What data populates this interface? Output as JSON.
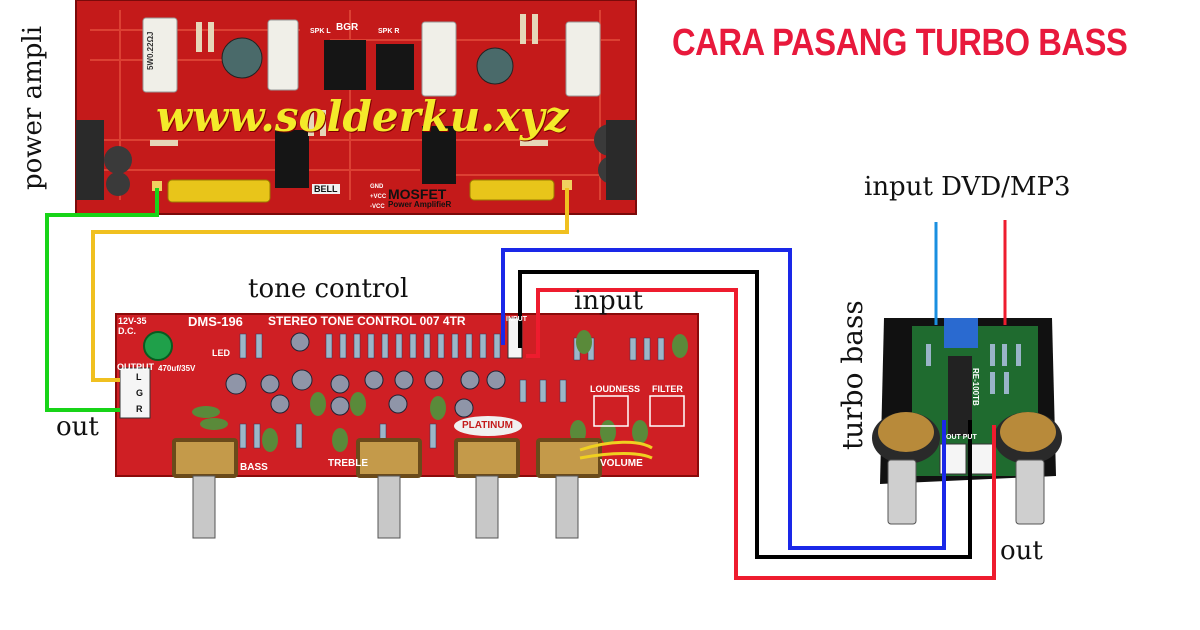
{
  "title": "CARA PASANG TURBO BASS",
  "website": "www.solderku.xyz",
  "labels": {
    "power_ampli": "power ampli",
    "tone_control": "tone control",
    "input_tone": "input",
    "out_left": "out",
    "input_dvd": "input DVD/MP3",
    "turbo_bass": "turbo bass",
    "out_right": "out"
  },
  "power_amp_board": {
    "brand": "MOSFET",
    "subtitle": "Power AmplifieR",
    "logo": "BGR",
    "maker": "BELL",
    "resistor_marking": "5W0.22ΩJ",
    "pins": [
      "GND",
      "+VCC",
      "-VCC"
    ],
    "spk_labels": [
      "SPK L",
      "SPK R"
    ]
  },
  "tone_board": {
    "header": "STEREO TONE CONTROL 007 4TR",
    "model": "DMS-196",
    "power_label": "12V-35 D.C.",
    "output_label": "OUTPUT",
    "output_pins": [
      "L",
      "G",
      "R"
    ],
    "input_label": "INPUT",
    "cap_label": "470uf/35V",
    "led_label": "LED",
    "knob_labels": [
      "BASS",
      "TREBLE",
      "VOLUME"
    ],
    "section_labels": [
      "LOUDNESS",
      "FILTER"
    ],
    "brand_badge": "PLATINUM"
  },
  "turbo_board": {
    "model": "RE-100TB",
    "out_label": "OUT PUT"
  },
  "wire_colors": {
    "green": "#18d418",
    "yellow": "#f0c020",
    "blue": "#1a28e8",
    "black": "#000000",
    "red": "#ee1c2e"
  }
}
